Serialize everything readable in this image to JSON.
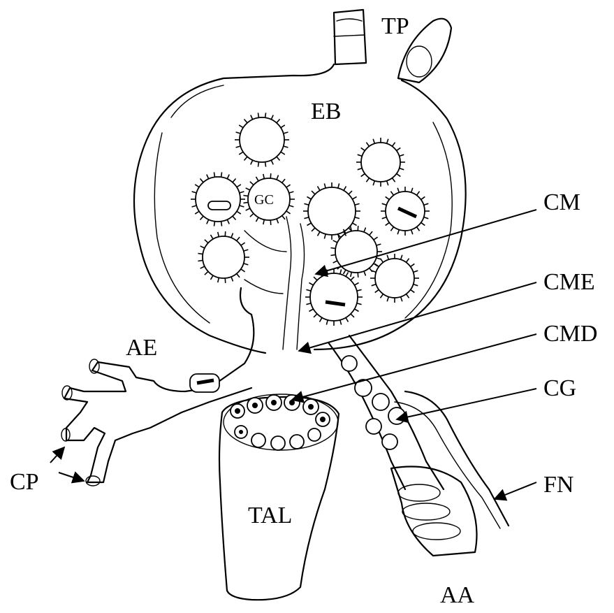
{
  "labels": {
    "tp": "TP",
    "eb": "EB",
    "gc": "GC",
    "cm": "CM",
    "cme": "CME",
    "cmd": "CMD",
    "cg": "CG",
    "ae": "AE",
    "cp": "CP",
    "fn": "FN",
    "tal": "TAL",
    "aa": "AA"
  }
}
